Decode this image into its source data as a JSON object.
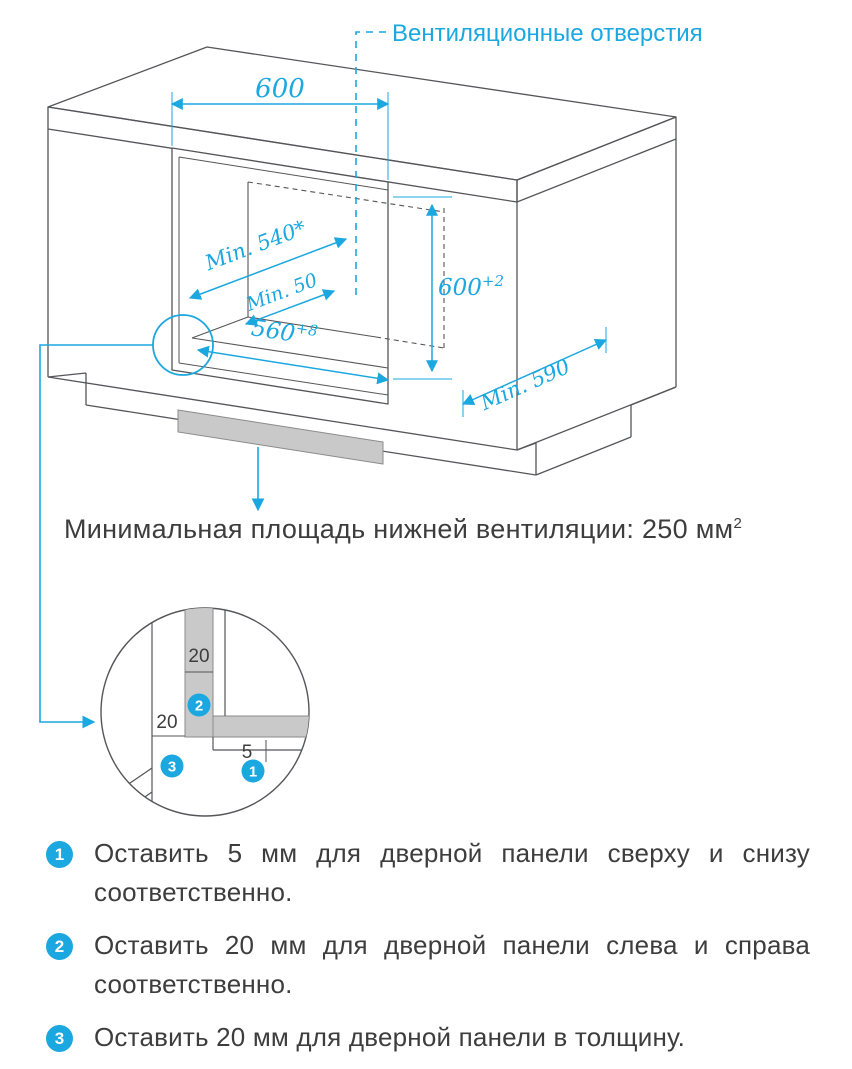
{
  "colors": {
    "accent": "#1ba7e0",
    "drawing_line": "#55565a",
    "panel_gray": "#c9c9c9",
    "text": "#3d3d3d"
  },
  "vent_label": "Вентиляционные отверстия",
  "dimensions": {
    "top_width": "600",
    "min_depth": "Min. 540*",
    "min_gap": "Min. 50",
    "niche_width": {
      "base": "560",
      "sup": "+8"
    },
    "niche_height": {
      "base": "600",
      "sup": "+2"
    },
    "side_depth": "Min. 590"
  },
  "caption": {
    "text": "Минимальная площадь нижней вентиляции: 250 мм",
    "sup": "2"
  },
  "detail": {
    "dim_top": "20",
    "dim_left": "20",
    "dim_bottom": "5",
    "badge_1": "1",
    "badge_2": "2",
    "badge_3": "3"
  },
  "notes": [
    {
      "num": "1",
      "text": "Оставить 5 мм для дверной панели сверху и снизу соответственно."
    },
    {
      "num": "2",
      "text": "Оставить 20 мм для дверной панели слева и справа соответственно."
    },
    {
      "num": "3",
      "text": "Оставить 20 мм для дверной панели в толщину."
    }
  ]
}
